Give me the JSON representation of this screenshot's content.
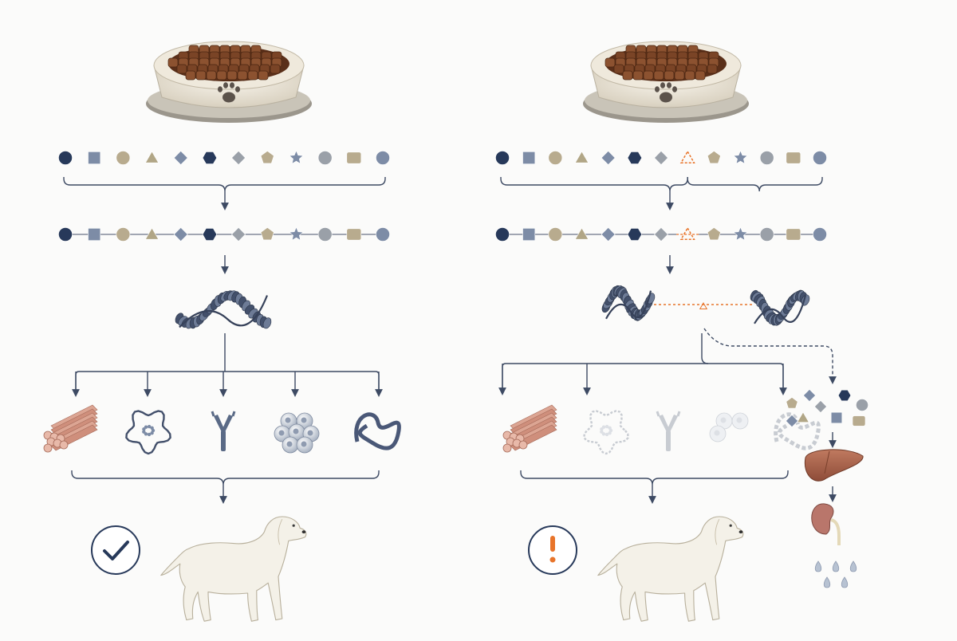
{
  "colors": {
    "navy": "#27395a",
    "slate": "#7d8ca6",
    "tan": "#b8ab8e",
    "khaki": "#b1a686",
    "grey": "#9aa0a8",
    "line": "#3d4a63",
    "kibble": "#7a4426",
    "muscle": "#d9a08f",
    "warning": "#e8742a",
    "liver": "#a45f48",
    "kidney": "#b9766b",
    "fade": "#c8ccd2",
    "dog": "#f4f1e8"
  },
  "panels": [
    {
      "id": "complete-diet",
      "status_icon": "checkmark-icon",
      "missing_index": -1,
      "amino_acids": [
        "circle-navy",
        "square-slate",
        "circle-tan",
        "triangle-khaki",
        "diamond-slate",
        "hexagon-navy",
        "diamond-grey",
        "pentagon-tan",
        "star-slate",
        "circle-grey",
        "rounded-square-tan",
        "circle-slate"
      ],
      "outputs": [
        "muscle-icon",
        "enzyme-icon",
        "antibody-icon",
        "cells-icon",
        "protein-icon"
      ]
    },
    {
      "id": "incomplete-diet",
      "status_icon": "exclamation-icon",
      "missing_index": 7,
      "amino_acids": [
        "circle-navy",
        "square-slate",
        "circle-tan",
        "triangle-khaki",
        "diamond-slate",
        "hexagon-navy",
        "diamond-grey",
        "missing-triangle",
        "pentagon-tan",
        "star-slate",
        "circle-grey",
        "rounded-square-tan",
        "circle-slate"
      ],
      "outputs": [
        "muscle-icon",
        "enzyme-icon",
        "antibody-icon",
        "cells-icon",
        "protein-icon"
      ],
      "excretion_path": [
        "amino-acid-fragments",
        "liver-icon",
        "kidney-icon",
        "urine-drops-icon"
      ]
    }
  ]
}
